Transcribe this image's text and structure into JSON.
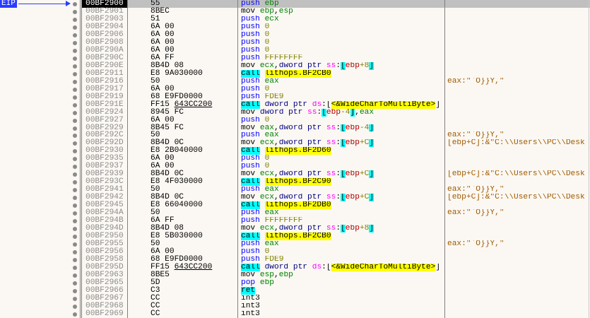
{
  "eip_label": "EIP",
  "selected_row": 0,
  "rows": [
    {
      "addr": "00BF2900",
      "bytes": "55",
      "ops": [
        [
          "m",
          "push"
        ],
        [
          "p",
          " "
        ],
        [
          "r",
          "ebp"
        ]
      ],
      "comment": ""
    },
    {
      "addr": "00BF2901",
      "bytes": "8BEC",
      "ops": [
        [
          "mb",
          "mov"
        ],
        [
          "p",
          " "
        ],
        [
          "r",
          "ebp"
        ],
        [
          "p",
          ","
        ],
        [
          "r",
          "esp"
        ]
      ],
      "comment": ""
    },
    {
      "addr": "00BF2903",
      "bytes": "51",
      "ops": [
        [
          "m",
          "push"
        ],
        [
          "p",
          " "
        ],
        [
          "r",
          "ecx"
        ]
      ],
      "comment": ""
    },
    {
      "addr": "00BF2904",
      "bytes": "6A 00",
      "ops": [
        [
          "m",
          "push"
        ],
        [
          "p",
          " "
        ],
        [
          "n",
          "0"
        ]
      ],
      "comment": ""
    },
    {
      "addr": "00BF2906",
      "bytes": "6A 00",
      "ops": [
        [
          "m",
          "push"
        ],
        [
          "p",
          " "
        ],
        [
          "n",
          "0"
        ]
      ],
      "comment": ""
    },
    {
      "addr": "00BF2908",
      "bytes": "6A 00",
      "ops": [
        [
          "m",
          "push"
        ],
        [
          "p",
          " "
        ],
        [
          "n",
          "0"
        ]
      ],
      "comment": ""
    },
    {
      "addr": "00BF290A",
      "bytes": "6A 00",
      "ops": [
        [
          "m",
          "push"
        ],
        [
          "p",
          " "
        ],
        [
          "n",
          "0"
        ]
      ],
      "comment": ""
    },
    {
      "addr": "00BF290C",
      "bytes": "6A FF",
      "ops": [
        [
          "m",
          "push"
        ],
        [
          "p",
          " "
        ],
        [
          "n",
          "FFFFFFFF"
        ]
      ],
      "comment": ""
    },
    {
      "addr": "00BF290E",
      "bytes": "8B4D 08",
      "ops": [
        [
          "mb",
          "mov"
        ],
        [
          "p",
          " "
        ],
        [
          "r",
          "ecx"
        ],
        [
          "p",
          ","
        ],
        [
          "k",
          "dword ptr"
        ],
        [
          "p",
          " "
        ],
        [
          "s",
          "ss"
        ],
        [
          "p",
          ":"
        ],
        [
          "bo",
          "["
        ],
        [
          "br",
          "ebp"
        ],
        [
          "n",
          "+8"
        ],
        [
          "bo",
          "]"
        ]
      ],
      "comment": ""
    },
    {
      "addr": "00BF2911",
      "bytes": "E8 9A030000",
      "ops": [
        [
          "mc",
          "call"
        ],
        [
          "p",
          " "
        ],
        [
          "lb",
          "lithops.BF2CB0"
        ]
      ],
      "comment": ""
    },
    {
      "addr": "00BF2916",
      "bytes": "50",
      "ops": [
        [
          "m",
          "push"
        ],
        [
          "p",
          " "
        ],
        [
          "r",
          "eax"
        ]
      ],
      "comment": "eax:\"`O}}Y,\""
    },
    {
      "addr": "00BF2917",
      "bytes": "6A 00",
      "ops": [
        [
          "m",
          "push"
        ],
        [
          "p",
          " "
        ],
        [
          "n",
          "0"
        ]
      ],
      "comment": ""
    },
    {
      "addr": "00BF2919",
      "bytes": "68 E9FD0000",
      "ops": [
        [
          "m",
          "push"
        ],
        [
          "p",
          " "
        ],
        [
          "n",
          "FDE9"
        ]
      ],
      "comment": ""
    },
    {
      "addr": "00BF291E",
      "bytes": "FF15",
      "bytes_ref": "643CC200",
      "ops": [
        [
          "mc",
          "call"
        ],
        [
          "p",
          " "
        ],
        [
          "k",
          "dword ptr"
        ],
        [
          "p",
          " "
        ],
        [
          "s",
          "ds"
        ],
        [
          "p",
          ":["
        ],
        [
          "lb",
          "<&WideCharToMultiByte>"
        ],
        [
          "p",
          "]"
        ]
      ],
      "comment": ""
    },
    {
      "addr": "00BF2924",
      "bytes": "8945 FC",
      "ops": [
        [
          "mb",
          "mov"
        ],
        [
          "p",
          " "
        ],
        [
          "k",
          "dword ptr"
        ],
        [
          "p",
          " "
        ],
        [
          "s",
          "ss"
        ],
        [
          "p",
          ":"
        ],
        [
          "bo",
          "["
        ],
        [
          "br",
          "ebp"
        ],
        [
          "n",
          "-4"
        ],
        [
          "bo",
          "]"
        ],
        [
          "p",
          ","
        ],
        [
          "r",
          "eax"
        ]
      ],
      "comment": ""
    },
    {
      "addr": "00BF2927",
      "bytes": "6A 00",
      "ops": [
        [
          "m",
          "push"
        ],
        [
          "p",
          " "
        ],
        [
          "n",
          "0"
        ]
      ],
      "comment": ""
    },
    {
      "addr": "00BF2929",
      "bytes": "8B45 FC",
      "ops": [
        [
          "mb",
          "mov"
        ],
        [
          "p",
          " "
        ],
        [
          "r",
          "eax"
        ],
        [
          "p",
          ","
        ],
        [
          "k",
          "dword ptr"
        ],
        [
          "p",
          " "
        ],
        [
          "s",
          "ss"
        ],
        [
          "p",
          ":"
        ],
        [
          "bo",
          "["
        ],
        [
          "br",
          "ebp"
        ],
        [
          "n",
          "-4"
        ],
        [
          "bo",
          "]"
        ]
      ],
      "comment": ""
    },
    {
      "addr": "00BF292C",
      "bytes": "50",
      "ops": [
        [
          "m",
          "push"
        ],
        [
          "p",
          " "
        ],
        [
          "r",
          "eax"
        ]
      ],
      "comment": "eax:\"`O}}Y,\""
    },
    {
      "addr": "00BF292D",
      "bytes": "8B4D 0C",
      "ops": [
        [
          "mb",
          "mov"
        ],
        [
          "p",
          " "
        ],
        [
          "r",
          "ecx"
        ],
        [
          "p",
          ","
        ],
        [
          "k",
          "dword ptr"
        ],
        [
          "p",
          " "
        ],
        [
          "s",
          "ss"
        ],
        [
          "p",
          ":"
        ],
        [
          "bo",
          "["
        ],
        [
          "br",
          "ebp"
        ],
        [
          "n",
          "+C"
        ],
        [
          "bo",
          "]"
        ]
      ],
      "comment": "[ebp+C]:&\"C:\\\\Users\\\\PC\\\\Desk"
    },
    {
      "addr": "00BF2930",
      "bytes": "E8 2B040000",
      "ops": [
        [
          "mc",
          "call"
        ],
        [
          "p",
          " "
        ],
        [
          "lb",
          "lithops.BF2D60"
        ]
      ],
      "comment": ""
    },
    {
      "addr": "00BF2935",
      "bytes": "6A 00",
      "ops": [
        [
          "m",
          "push"
        ],
        [
          "p",
          " "
        ],
        [
          "n",
          "0"
        ]
      ],
      "comment": ""
    },
    {
      "addr": "00BF2937",
      "bytes": "6A 00",
      "ops": [
        [
          "m",
          "push"
        ],
        [
          "p",
          " "
        ],
        [
          "n",
          "0"
        ]
      ],
      "comment": ""
    },
    {
      "addr": "00BF2939",
      "bytes": "8B4D 0C",
      "ops": [
        [
          "mb",
          "mov"
        ],
        [
          "p",
          " "
        ],
        [
          "r",
          "ecx"
        ],
        [
          "p",
          ","
        ],
        [
          "k",
          "dword ptr"
        ],
        [
          "p",
          " "
        ],
        [
          "s",
          "ss"
        ],
        [
          "p",
          ":"
        ],
        [
          "bo",
          "["
        ],
        [
          "br",
          "ebp"
        ],
        [
          "n",
          "+C"
        ],
        [
          "bo",
          "]"
        ]
      ],
      "comment": "[ebp+C]:&\"C:\\\\Users\\\\PC\\\\Desk"
    },
    {
      "addr": "00BF293C",
      "bytes": "E8 4F030000",
      "ops": [
        [
          "mc",
          "call"
        ],
        [
          "p",
          " "
        ],
        [
          "lb",
          "lithops.BF2C90"
        ]
      ],
      "comment": ""
    },
    {
      "addr": "00BF2941",
      "bytes": "50",
      "ops": [
        [
          "m",
          "push"
        ],
        [
          "p",
          " "
        ],
        [
          "r",
          "eax"
        ]
      ],
      "comment": "eax:\"`O}}Y,\""
    },
    {
      "addr": "00BF2942",
      "bytes": "8B4D 0C",
      "ops": [
        [
          "mb",
          "mov"
        ],
        [
          "p",
          " "
        ],
        [
          "r",
          "ecx"
        ],
        [
          "p",
          ","
        ],
        [
          "k",
          "dword ptr"
        ],
        [
          "p",
          " "
        ],
        [
          "s",
          "ss"
        ],
        [
          "p",
          ":"
        ],
        [
          "bo",
          "["
        ],
        [
          "br",
          "ebp"
        ],
        [
          "n",
          "+C"
        ],
        [
          "bo",
          "]"
        ]
      ],
      "comment": "[ebp+C]:&\"C:\\\\Users\\\\PC\\\\Desk"
    },
    {
      "addr": "00BF2945",
      "bytes": "E8 66040000",
      "ops": [
        [
          "mc",
          "call"
        ],
        [
          "p",
          " "
        ],
        [
          "lb",
          "lithops.BF2DB0"
        ]
      ],
      "comment": ""
    },
    {
      "addr": "00BF294A",
      "bytes": "50",
      "ops": [
        [
          "m",
          "push"
        ],
        [
          "p",
          " "
        ],
        [
          "r",
          "eax"
        ]
      ],
      "comment": "eax:\"`O}}Y,\""
    },
    {
      "addr": "00BF294B",
      "bytes": "6A FF",
      "ops": [
        [
          "m",
          "push"
        ],
        [
          "p",
          " "
        ],
        [
          "n",
          "FFFFFFFF"
        ]
      ],
      "comment": ""
    },
    {
      "addr": "00BF294D",
      "bytes": "8B4D 08",
      "ops": [
        [
          "mb",
          "mov"
        ],
        [
          "p",
          " "
        ],
        [
          "r",
          "ecx"
        ],
        [
          "p",
          ","
        ],
        [
          "k",
          "dword ptr"
        ],
        [
          "p",
          " "
        ],
        [
          "s",
          "ss"
        ],
        [
          "p",
          ":"
        ],
        [
          "bo",
          "["
        ],
        [
          "br",
          "ebp"
        ],
        [
          "n",
          "+8"
        ],
        [
          "bo",
          "]"
        ]
      ],
      "comment": ""
    },
    {
      "addr": "00BF2950",
      "bytes": "E8 5B030000",
      "ops": [
        [
          "mc",
          "call"
        ],
        [
          "p",
          " "
        ],
        [
          "lb",
          "lithops.BF2CB0"
        ]
      ],
      "comment": ""
    },
    {
      "addr": "00BF2955",
      "bytes": "50",
      "ops": [
        [
          "m",
          "push"
        ],
        [
          "p",
          " "
        ],
        [
          "r",
          "eax"
        ]
      ],
      "comment": "eax:\"`O}}Y,\""
    },
    {
      "addr": "00BF2956",
      "bytes": "6A 00",
      "ops": [
        [
          "m",
          "push"
        ],
        [
          "p",
          " "
        ],
        [
          "n",
          "0"
        ]
      ],
      "comment": ""
    },
    {
      "addr": "00BF2958",
      "bytes": "68 E9FD0000",
      "ops": [
        [
          "m",
          "push"
        ],
        [
          "p",
          " "
        ],
        [
          "n",
          "FDE9"
        ]
      ],
      "comment": ""
    },
    {
      "addr": "00BF295D",
      "bytes": "FF15",
      "bytes_ref": "643CC200",
      "ops": [
        [
          "mc",
          "call"
        ],
        [
          "p",
          " "
        ],
        [
          "k",
          "dword ptr"
        ],
        [
          "p",
          " "
        ],
        [
          "s",
          "ds"
        ],
        [
          "p",
          ":["
        ],
        [
          "lb",
          "<&WideCharToMultiByte>"
        ],
        [
          "p",
          "]"
        ]
      ],
      "comment": ""
    },
    {
      "addr": "00BF2963",
      "bytes": "8BE5",
      "ops": [
        [
          "mb",
          "mov"
        ],
        [
          "p",
          " "
        ],
        [
          "r",
          "esp"
        ],
        [
          "p",
          ","
        ],
        [
          "r",
          "ebp"
        ]
      ],
      "comment": ""
    },
    {
      "addr": "00BF2965",
      "bytes": "5D",
      "ops": [
        [
          "m",
          "pop"
        ],
        [
          "p",
          " "
        ],
        [
          "r",
          "ebp"
        ]
      ],
      "comment": ""
    },
    {
      "addr": "00BF2966",
      "bytes": "C3",
      "ops": [
        [
          "mc",
          "ret"
        ]
      ],
      "comment": ""
    },
    {
      "addr": "00BF2967",
      "bytes": "CC",
      "ops": [
        [
          "mb",
          "int3"
        ]
      ],
      "comment": ""
    },
    {
      "addr": "00BF2968",
      "bytes": "CC",
      "ops": [
        [
          "mb",
          "int3"
        ]
      ],
      "comment": ""
    },
    {
      "addr": "00BF2969",
      "bytes": "CC",
      "ops": [
        [
          "mb",
          "int3"
        ]
      ],
      "comment": ""
    }
  ]
}
